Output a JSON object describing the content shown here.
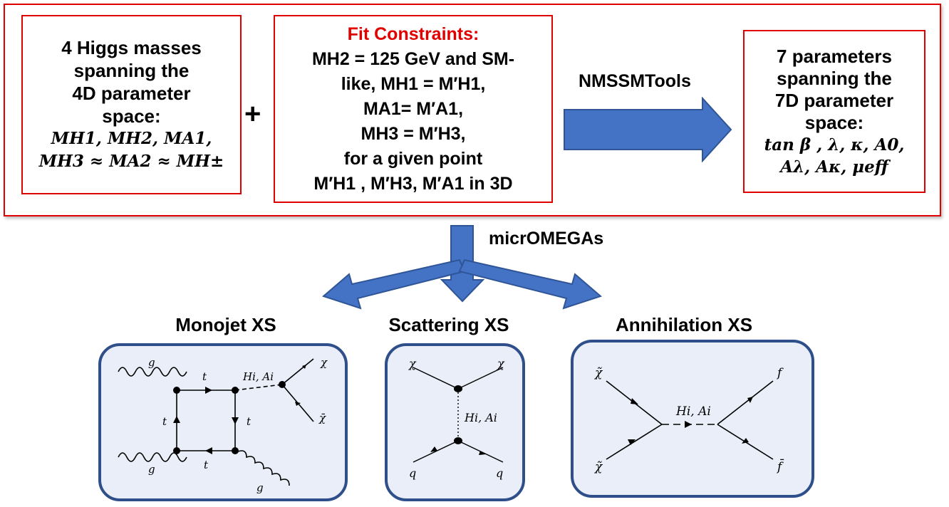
{
  "box_masses": {
    "lines": [
      "4 Higgs masses",
      "spanning the",
      "4D parameter",
      "space:"
    ],
    "math_1": "MH1, MH2, MA1,",
    "math_2": "MH3 ≈ MA2 ≈ MH±"
  },
  "plus_sign": "+",
  "box_constraints": {
    "heading": "Fit Constraints:",
    "line_1": "MH2 = 125 GeV and SM-",
    "line_2": "like, MH1 = M′H1,",
    "line_3": "MA1= M′A1,",
    "line_4": "MH3 = M′H3,",
    "line_5": "for a given point",
    "line_6": "M′H1 , M′H3, M′A1 in 3D"
  },
  "tool_nmssm": "NMSSMTools",
  "box_params": {
    "lines": [
      "7 parameters",
      "spanning the",
      "7D parameter",
      "space:"
    ],
    "math_1": "tan β , λ, κ, A0,",
    "math_2": "Aλ, Aκ, μeff"
  },
  "tool_micromegas": "micrOMEGAs",
  "panels": {
    "monojet": {
      "title": "Monojet XS",
      "labels": {
        "g_top": "g",
        "t_top": "t",
        "h": "Hi, Ai",
        "chi": "χ",
        "chibar": "χ̄",
        "t_left": "t",
        "t_right": "t",
        "g_bottom": "g",
        "t_bottom": "t",
        "g_br": "g"
      }
    },
    "scattering": {
      "title": "Scattering XS",
      "labels": {
        "chi_l": "χ",
        "chi_r": "χ",
        "h": "Hi, Ai",
        "q_l": "q",
        "q_r": "q"
      }
    },
    "annihilation": {
      "title": "Annihilation XS",
      "labels": {
        "chi_t": "χ̃",
        "chi_b": "χ̃",
        "h": "Hi, Ai",
        "f_t": "f",
        "f_b": "f̄"
      }
    }
  },
  "colors": {
    "box_border": "#e00000",
    "arrow": "#4472c4",
    "panel_bg": "#e9eef8",
    "panel_border": "#2f4f8a"
  }
}
